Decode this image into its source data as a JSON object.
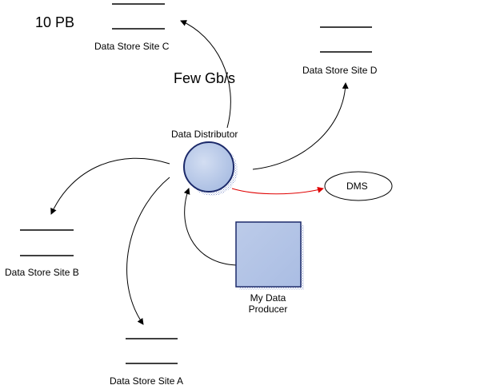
{
  "capacity_label": "10 PB",
  "bandwidth_label": "Few Gb/s",
  "distributor": {
    "label": "Data Distributor"
  },
  "dms": {
    "label": "DMS"
  },
  "producer": {
    "line1": "My Data",
    "line2": "Producer"
  },
  "sites": {
    "a": {
      "label": "Data Store Site A"
    },
    "b": {
      "label": "Data Store Site B"
    },
    "c": {
      "label": "Data Store Site C"
    },
    "d": {
      "label": "Data Store Site D"
    }
  },
  "colors": {
    "node_fill": "#b8c9e6",
    "node_stroke": "#1c2a6a",
    "shadow": "#a6b4d8",
    "dms_arrow": "#e00000",
    "arrow": "#000000"
  }
}
